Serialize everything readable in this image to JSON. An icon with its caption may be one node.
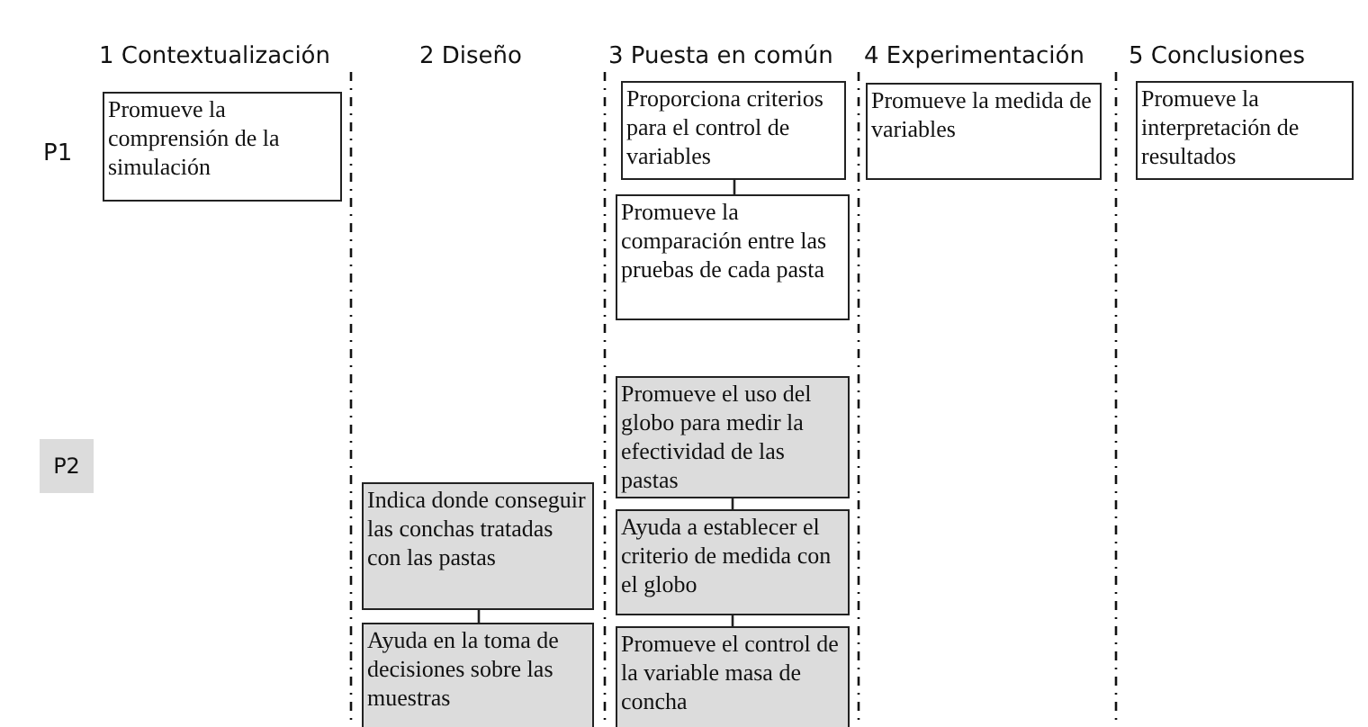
{
  "diagram": {
    "nodes": [
      {
        "text": [
          "Promueve la comprensión de la simulación"
        ]
      },
      {
        "text": [
          "Proporciona criterios para el control de variables"
        ]
      },
      {
        "text": [
          "Promueve la comparación entre las pruebas de cada pasta"
        ]
      },
      {
        "text": [
          "Promueve la medida de variables"
        ]
      },
      {
        "text": [
          "Promueve la interpretación de resultados"
        ]
      },
      {
        "text": [
          "P2"
        ]
      },
      {
        "text": [
          "Promueve el uso del globo para medir la efectividad de las pastas"
        ]
      },
      {
        "text": [
          "Indica donde conseguir las conchas tratadas con las pastas"
        ]
      },
      {
        "text": [
          "Ayuda a establecer el criterio de medida con el globo"
        ]
      },
      {
        "text": [
          "Ayuda en la toma de decisiones sobre las muestras"
        ]
      },
      {
        "text": [
          "Promueve el control de la variable masa de concha"
        ]
      }
    ],
    "edges": [
      {
        "from": 1,
        "to": 2,
        "arrow": "none"
      },
      {
        "from": 6,
        "to": 8,
        "arrow": "none"
      },
      {
        "from": 7,
        "to": 9,
        "arrow": "none"
      },
      {
        "from": 8,
        "to": 10,
        "arrow": "none"
      }
    ],
    "labels": [
      "1 Contextualización",
      "2 Diseño",
      "3 Puesta en común",
      "4 Experimentación",
      "5 Conclusiones",
      "P1"
    ]
  }
}
